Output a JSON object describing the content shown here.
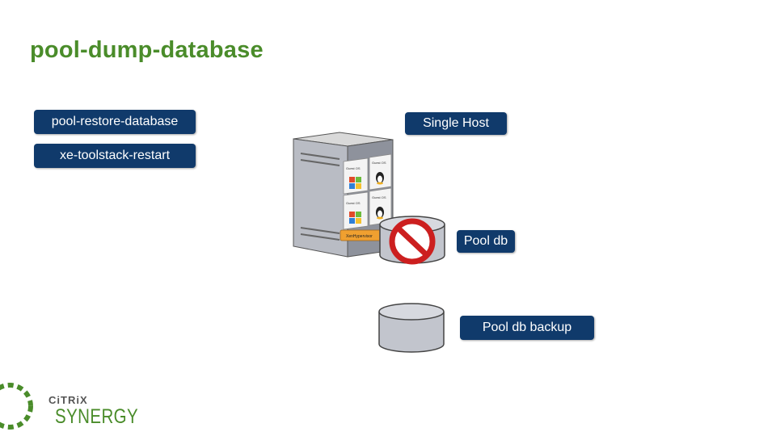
{
  "slide": {
    "title": "pool-dump-database"
  },
  "commands": [
    {
      "label": "pool-restore-database"
    },
    {
      "label": "xe-toolstack-restart"
    }
  ],
  "diagram": {
    "host_label": "Single Host",
    "pool_db_label": "Pool db",
    "pool_db_backup_label": "Pool db backup",
    "hypervisor_bar_text": "XenHypervisor",
    "vm_tile_text": "Guest OS",
    "pool_db_status_icon": "prohibited-icon"
  },
  "brand": {
    "wordmark": "CiTRiX",
    "product": "SYNERGY",
    "accent_color": "#4a8c2a",
    "box_color": "#103a6b"
  }
}
